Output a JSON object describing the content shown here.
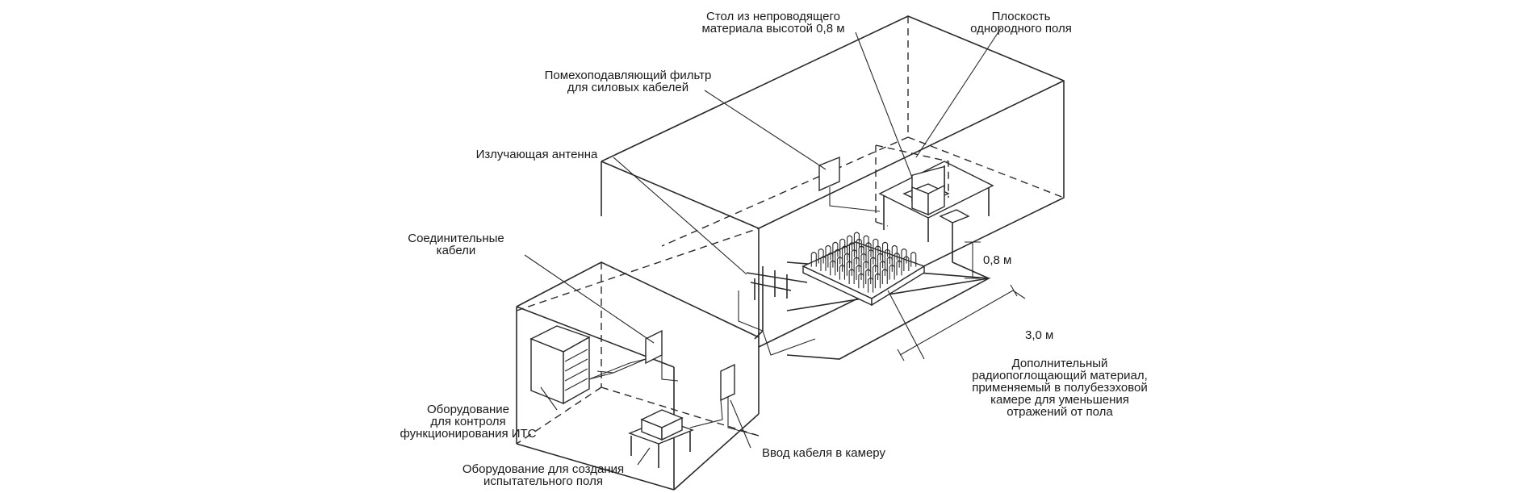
{
  "labels": {
    "table": [
      "Стол из непроводящего",
      "материала высотой 0,8 м"
    ],
    "plane": [
      "Плоскость",
      "однородного поля"
    ],
    "filter": [
      "Помехоподавляющий фильтр",
      "для силовых кабелей"
    ],
    "antenna": [
      "Излучающая антенна"
    ],
    "cables": [
      "Соединительные",
      "кабели"
    ],
    "height": [
      "0,8 м"
    ],
    "distance": [
      "3,0 м"
    ],
    "absorber": [
      "Дополнительный",
      "радиопоглощающий материал,",
      "применяемый в полубезэховой",
      "камере для уменьшения",
      "отражений от пола"
    ],
    "control": [
      "Оборудование",
      "для контроля",
      "функционирования ИТС"
    ],
    "entry": [
      "Ввод кабеля в камеру"
    ],
    "fieldgen": [
      "Оборудование для создания",
      "испытательного поля"
    ]
  }
}
